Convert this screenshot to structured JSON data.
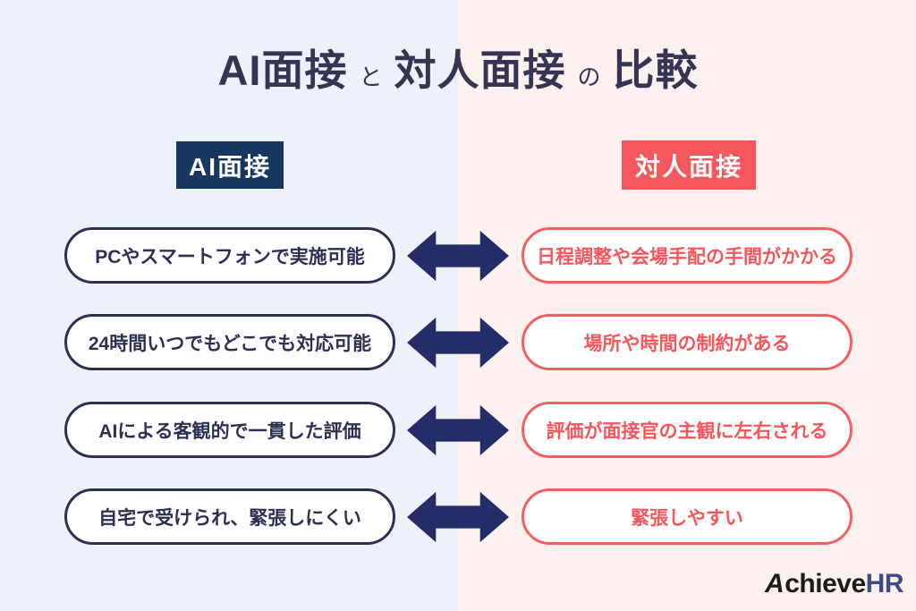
{
  "title": {
    "seg_ai": "AI面接",
    "connector1": "と",
    "seg_human": "対人面接",
    "connector2": "の",
    "seg_compare": "比較"
  },
  "columns": {
    "ai": {
      "header": "AI面接"
    },
    "human": {
      "header": "対人面接"
    }
  },
  "rows": [
    {
      "left": "PCやスマートフォンで実施可能",
      "right": "日程調整や会場手配の手間がかかる"
    },
    {
      "left": "24時間いつでもどこでも対応可能",
      "right": "場所や時間の制約がある"
    },
    {
      "left": "AIによる客観的で一貫した評価",
      "right": "評価が面接官の主観に左右される"
    },
    {
      "left": "自宅で受けられ、緊張しにくい",
      "right": "緊張しやすい"
    }
  ],
  "logo": {
    "initial": "A",
    "rest": "chieve",
    "suffix": "HR"
  },
  "colors": {
    "bg-left": "#edf1fa",
    "bg-right": "#fdf1f0",
    "navy-title": "#363452",
    "navy-header": "#16375f",
    "navy-text": "#2b3153",
    "navy-arrow": "#232e68",
    "coral": "#f5585c",
    "coral-border": "#f2605e",
    "coral-text": "#f6555a",
    "pill-bg": "#ffffff",
    "logo-black": "#1c1c1c",
    "logo-blue": "#3c4c86"
  }
}
